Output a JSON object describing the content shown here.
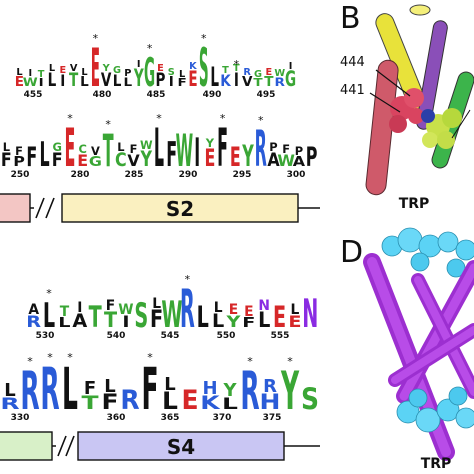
{
  "panels": {
    "b_label": "B",
    "d_label": "D",
    "b_caption": "TRP",
    "d_caption": "TRP",
    "residue_a": "444",
    "residue_b": "441"
  },
  "segments": {
    "s2": "S2",
    "s4": "S4"
  },
  "ticks": {
    "row1": [
      "455",
      "480",
      "485",
      "490",
      "495"
    ],
    "row2": [
      "250",
      "280",
      "285",
      "290",
      "295",
      "300"
    ],
    "row3": [
      "530",
      "540",
      "545",
      "550",
      "555"
    ],
    "row4": [
      "330",
      "360",
      "365",
      "370",
      "375"
    ]
  },
  "logos": {
    "row1": "EWILITLEVLLYGPIFESLKIVTTRG",
    "row2": "FPFLFEEGTCVYLFWIEFEYRAWAP",
    "row3": "RLLATTISFWRLLYFLEEN",
    "row4": "RRRLTFRFLEKLRHYS"
  },
  "colors": {
    "acidic": "#d62728",
    "basic": "#2a5bd7",
    "polar": "#3aa635",
    "amide": "#8a2be2",
    "hydrophobic": "#111111",
    "s1_box": "#f3c6c4",
    "s2_box": "#faf0c0",
    "s3_box": "#d8f0c8",
    "s4_box": "#c9c6f3"
  }
}
